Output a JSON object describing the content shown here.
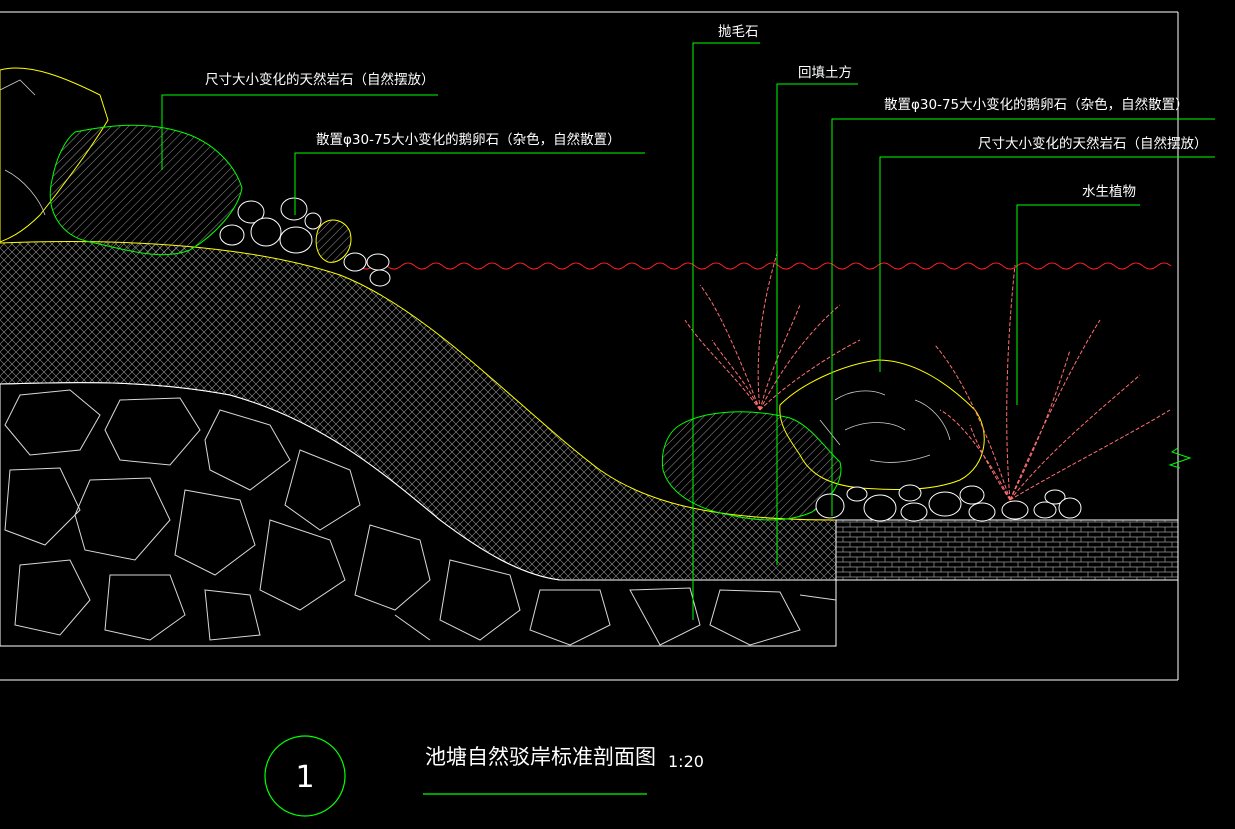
{
  "drawing": {
    "title": "池塘自然驳岸标准剖面图",
    "scale": "1:20",
    "number": "1"
  },
  "labels": {
    "rock_left": "尺寸大小变化的天然岩石（自然摆放）",
    "pebble_left": "散置φ30-75大小变化的鹅卵石（杂色，自然散置）",
    "rubble": "抛毛石",
    "backfill": "回填土方",
    "pebble_right": "散置φ30-75大小变化的鹅卵石（杂色，自然散置）",
    "rock_right": "尺寸大小变化的天然岩石（自然摆放）",
    "aquatic_plant": "水生植物"
  },
  "colors": {
    "background": "#000000",
    "linework": "#ffffff",
    "leader": "#00ff00",
    "water": "#ff2020",
    "bank_edge": "#ffff00",
    "plant": "#ff7070"
  }
}
